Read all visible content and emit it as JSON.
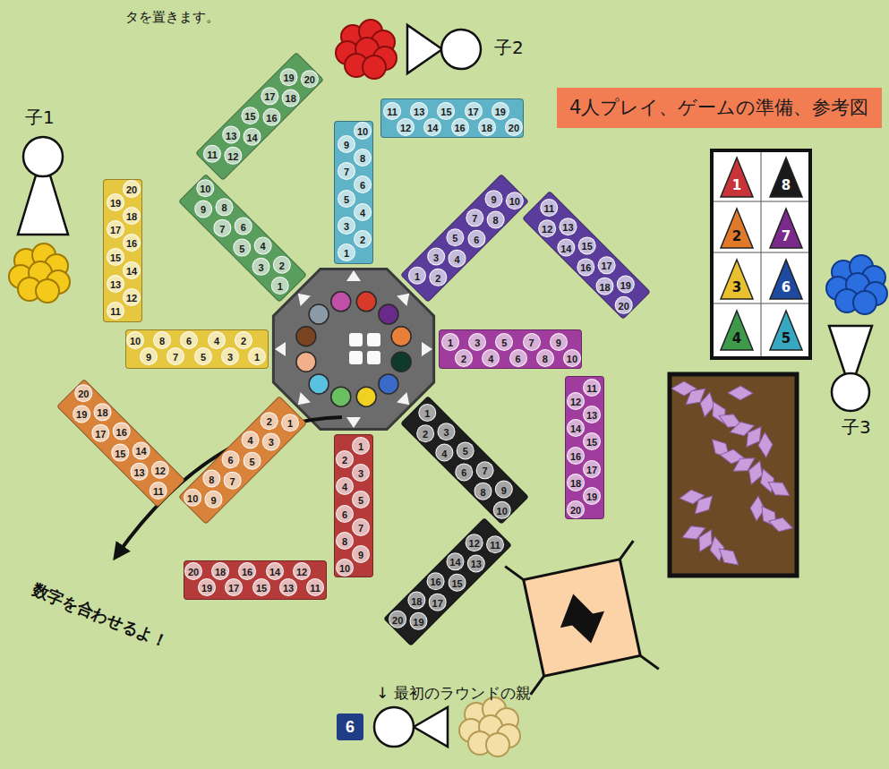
{
  "diagram": {
    "nodes": [
      {
        "text": [
          "4人プレイ、ゲームの準備、参考図"
        ]
      },
      {
        "text": [
          "1",
          "2",
          "3",
          "4",
          "5",
          "6",
          "7",
          "8",
          "9",
          "10"
        ]
      },
      {
        "text": [
          "11",
          "12",
          "13",
          "14",
          "15",
          "16",
          "17",
          "18",
          "19",
          "20"
        ]
      },
      {
        "text": [
          "1",
          "2",
          "3",
          "4",
          "5",
          "6",
          "7",
          "8",
          "9",
          "10"
        ]
      },
      {
        "text": [
          "11",
          "12",
          "13",
          "14",
          "15",
          "16",
          "17",
          "18",
          "19",
          "20"
        ]
      },
      {
        "text": [
          "1",
          "2",
          "3",
          "4",
          "5",
          "6",
          "7",
          "8",
          "9",
          "10"
        ]
      },
      {
        "text": [
          "11",
          "12",
          "13",
          "14",
          "15",
          "16",
          "17",
          "18",
          "19",
          "20"
        ]
      },
      {
        "text": [
          "1",
          "2",
          "3",
          "4",
          "5",
          "6",
          "7",
          "8",
          "9",
          "10"
        ]
      },
      {
        "text": [
          "11",
          "12",
          "13",
          "14",
          "15",
          "16",
          "17",
          "18",
          "19",
          "20"
        ]
      },
      {
        "text": [
          "1",
          "2",
          "3",
          "4",
          "5",
          "6",
          "7",
          "8",
          "9",
          "10"
        ]
      },
      {
        "text": [
          "11",
          "12",
          "13",
          "14",
          "15",
          "16",
          "17",
          "18",
          "19",
          "20"
        ]
      },
      {
        "text": [
          "1",
          "2",
          "3",
          "4",
          "5",
          "6",
          "7",
          "8",
          "9",
          "10"
        ]
      },
      {
        "text": [
          "11",
          "12",
          "13",
          "14",
          "15",
          "16",
          "17",
          "18",
          "19",
          "20"
        ]
      },
      {
        "text": [
          "1",
          "2",
          "3",
          "4",
          "5",
          "6",
          "7",
          "8",
          "9",
          "10"
        ]
      },
      {
        "text": [
          "11",
          "12",
          "13",
          "14",
          "15",
          "16",
          "17",
          "18",
          "19",
          "20"
        ]
      },
      {
        "text": [
          "1",
          "2",
          "3",
          "4",
          "5",
          "6",
          "7",
          "8",
          "9",
          "10"
        ]
      },
      {
        "text": [
          "11",
          "12",
          "13",
          "14",
          "15",
          "16",
          "17",
          "18",
          "19",
          "20"
        ]
      },
      {
        "text": [
          "1"
        ]
      },
      {
        "text": [
          "8"
        ]
      },
      {
        "text": [
          "2"
        ]
      },
      {
        "text": [
          "7"
        ]
      },
      {
        "text": [
          "3"
        ]
      },
      {
        "text": [
          "6"
        ]
      },
      {
        "text": [
          "4"
        ]
      },
      {
        "text": [
          "5"
        ]
      },
      {
        "text": [
          "6"
        ]
      }
    ],
    "labels": [
      "タを置きます。",
      "子2",
      "子1",
      "子3",
      "数字を合わせるよ！",
      "↓ 最初のラウンドの親"
    ]
  }
}
